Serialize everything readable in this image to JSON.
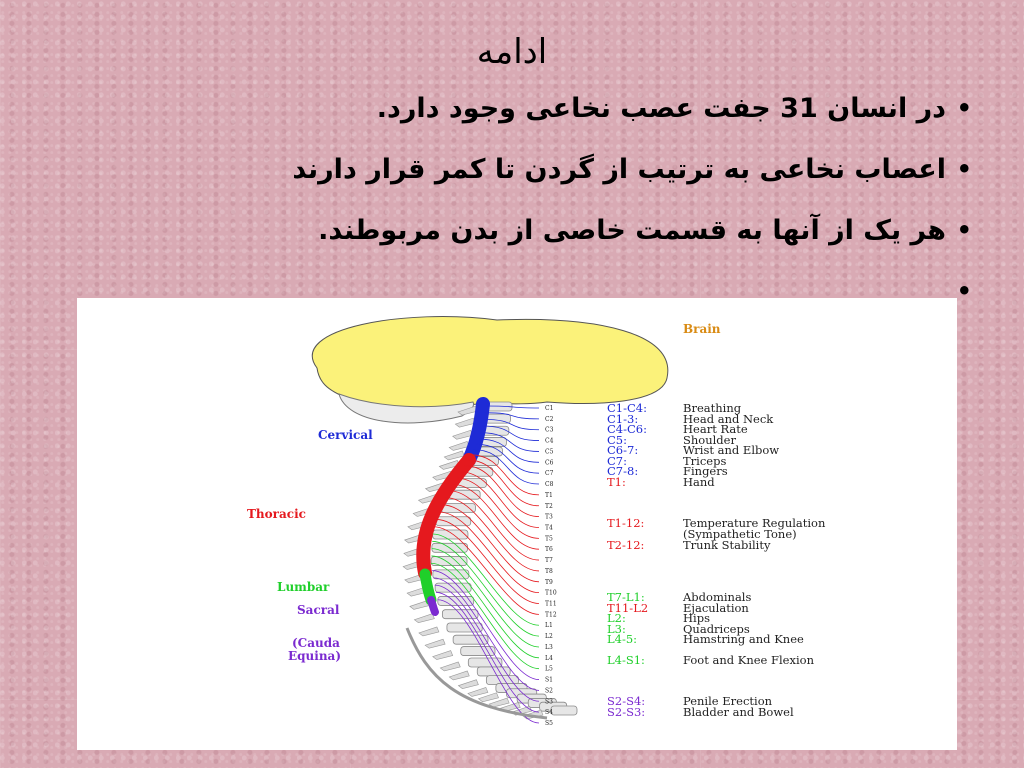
{
  "slide": {
    "title": "ادامه",
    "bullets": [
      "در انسان 31 جفت عصب نخاعی وجود دارد.",
      "اعصاب نخاعی به ترتیب از گردن تا کمر قرار دارند",
      "هر یک از آنها به قسمت خاصی از بدن مربوطند.",
      ""
    ]
  },
  "diagram": {
    "brain_label": "Brain",
    "regions": [
      {
        "label": "Cervical",
        "color": "#1e2bd6"
      },
      {
        "label": "Thoracic",
        "color": "#e5191e"
      },
      {
        "label": "Lumbar",
        "color": "#1fcf2a"
      },
      {
        "label": "Sacral",
        "color": "#7b2ad0"
      },
      {
        "label": "(Cauda",
        "color": "#7b2ad0"
      },
      {
        "label": "Equina)",
        "color": "#7b2ad0"
      }
    ],
    "vertebra_labels": [
      "C1",
      "C2",
      "C3",
      "C4",
      "C5",
      "C6",
      "C7",
      "C8",
      "T1",
      "T2",
      "T3",
      "T4",
      "T5",
      "T6",
      "T7",
      "T8",
      "T9",
      "T10",
      "T11",
      "T12",
      "L1",
      "L2",
      "L3",
      "L4",
      "L5",
      "S1",
      "S2",
      "S3",
      "S4",
      "S5"
    ],
    "legend": [
      {
        "code": "C1-C4:",
        "fn": "Breathing",
        "color": "#1e2bd6"
      },
      {
        "code": "C1-3:",
        "fn": "Head and Neck",
        "color": "#1e2bd6"
      },
      {
        "code": "C4-C6:",
        "fn": "Heart Rate",
        "color": "#1e2bd6"
      },
      {
        "code": "C5:",
        "fn": "Shoulder",
        "color": "#1e2bd6"
      },
      {
        "code": "C6-7:",
        "fn": "Wrist and Elbow",
        "color": "#1e2bd6"
      },
      {
        "code": "C7:",
        "fn": "Triceps",
        "color": "#1e2bd6"
      },
      {
        "code": "C7-8:",
        "fn": "Fingers",
        "color": "#1e2bd6"
      },
      {
        "code": "T1:",
        "fn": "Hand",
        "color": "#e5191e"
      },
      {
        "code": "T1-12:",
        "fn": "Temperature Regulation",
        "color": "#e5191e"
      },
      {
        "code": "",
        "fn": "(Sympathetic Tone)",
        "color": "#e5191e"
      },
      {
        "code": "T2-12:",
        "fn": "Trunk Stability",
        "color": "#e5191e"
      },
      {
        "code": "T7-L1:",
        "fn": "Abdominals",
        "color": "#1fcf2a"
      },
      {
        "code": "T11-L2",
        "fn": "Ejaculation",
        "color": "#e5191e"
      },
      {
        "code": "L2:",
        "fn": "Hips",
        "color": "#1fcf2a"
      },
      {
        "code": "L3:",
        "fn": "Quadriceps",
        "color": "#1fcf2a"
      },
      {
        "code": "L4-5:",
        "fn": "Hamstring and Knee",
        "color": "#1fcf2a"
      },
      {
        "code": "L4-S1:",
        "fn": "Foot and Knee Flexion",
        "color": "#1fcf2a"
      },
      {
        "code": "S2-S4:",
        "fn": "Penile Erection",
        "color": "#7b2ad0"
      },
      {
        "code": "S2-S3:",
        "fn": "Bladder and Bowel",
        "color": "#7b2ad0"
      }
    ],
    "colors": {
      "brain": "#fbf27a",
      "cervical": "#1e2bd6",
      "thoracic": "#e5191e",
      "lumbar": "#1fcf2a",
      "sacral": "#7b2ad0",
      "brain_label": "#d98b14"
    }
  }
}
